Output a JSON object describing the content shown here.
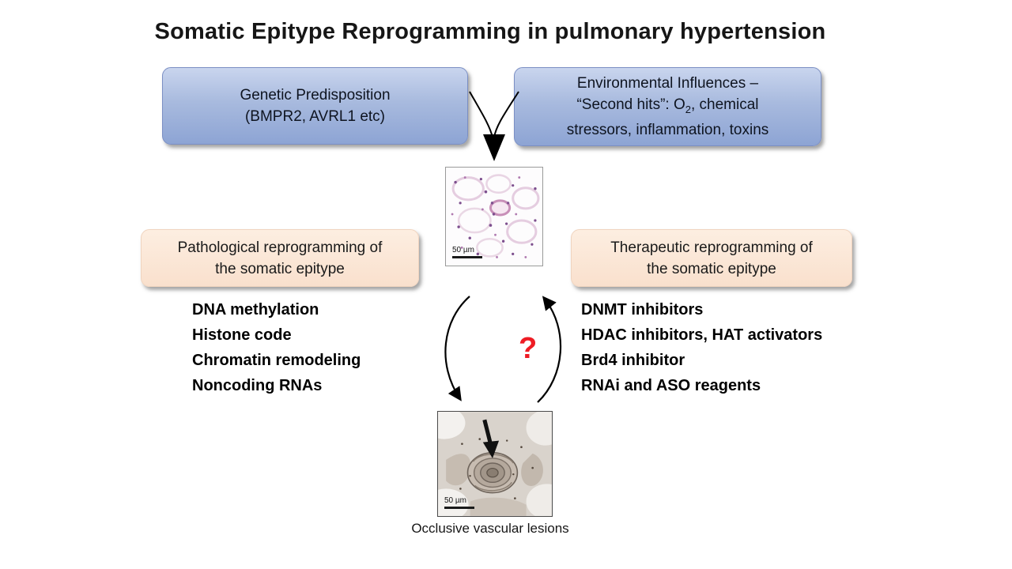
{
  "title": "Somatic Epitype Reprogramming in pulmonary hypertension",
  "boxes": {
    "genetic": {
      "line1": "Genetic Predisposition",
      "line2": "(BMPR2, AVRL1 etc)"
    },
    "environmental": {
      "line1": "Environmental Influences –",
      "line2_pre": "“Second hits”: O",
      "line2_sub": "2",
      "line2_post": ", chemical",
      "line3": "stressors, inflammation, toxins"
    },
    "pathological": {
      "line1": "Pathological reprogramming of",
      "line2": "the somatic epitype"
    },
    "therapeutic": {
      "line1": "Therapeutic reprogramming of",
      "line2": "the somatic epitype"
    }
  },
  "lists": {
    "pathological": [
      "DNA methylation",
      "Histone code",
      "Chromatin remodeling",
      "Noncoding RNAs"
    ],
    "therapeutic": [
      "DNMT inhibitors",
      "HDAC inhibitors, HAT activators",
      "Brd4 inhibitor",
      "RNAi and ASO reagents"
    ]
  },
  "question_mark": "?",
  "images": {
    "top": {
      "scale_label": "50 µm"
    },
    "bottom": {
      "scale_label": "50 µm",
      "caption": "Occlusive vascular lesions"
    }
  },
  "colors": {
    "blue_box": "#a8bade",
    "peach_box": "#fbe5d6",
    "question_mark": "#ee1c24"
  }
}
